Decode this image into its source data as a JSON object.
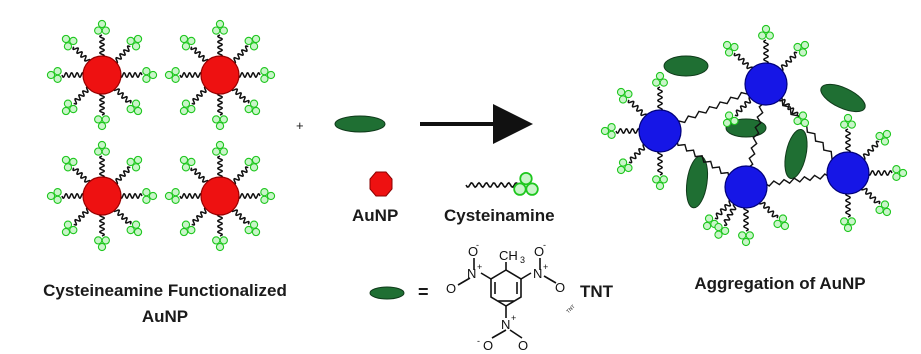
{
  "labels": {
    "left_caption_line1": "Cysteineamine Functionalized",
    "left_caption_line2": "AuNP",
    "right_caption": "Aggregation of AuNP",
    "plus": "+",
    "legend_aunp": "AuNP",
    "legend_cysteinamine": "Cysteinamine",
    "legend_equals": "=",
    "legend_tnt": "TNT",
    "tnt_small_tag": "TNT"
  },
  "molecule": {
    "ch3": "CH",
    "ch3_sub": "3",
    "o_minus_top": "O",
    "n_plus_left": "N",
    "n_plus_right": "N",
    "n_plus_bottom": "N",
    "o_left": "O",
    "o_right": "O",
    "o_minus_left": "O",
    "o_minus_right": "O",
    "o_minus_bottom": "O",
    "o_bottom": "O",
    "plus_sign": "+",
    "minus_sign": "-"
  },
  "colors": {
    "aunp_free": "#ee1111",
    "aunp_aggregated": "#1616e6",
    "tnt": "#1f6f33",
    "ligand_head": "#22cc22",
    "chain": "#111111"
  },
  "icons": [
    "red-aunp-icon",
    "blue-aunp-icon",
    "tnt-ellipse-icon",
    "cysteinamine-icon",
    "reaction-arrow-icon"
  ]
}
